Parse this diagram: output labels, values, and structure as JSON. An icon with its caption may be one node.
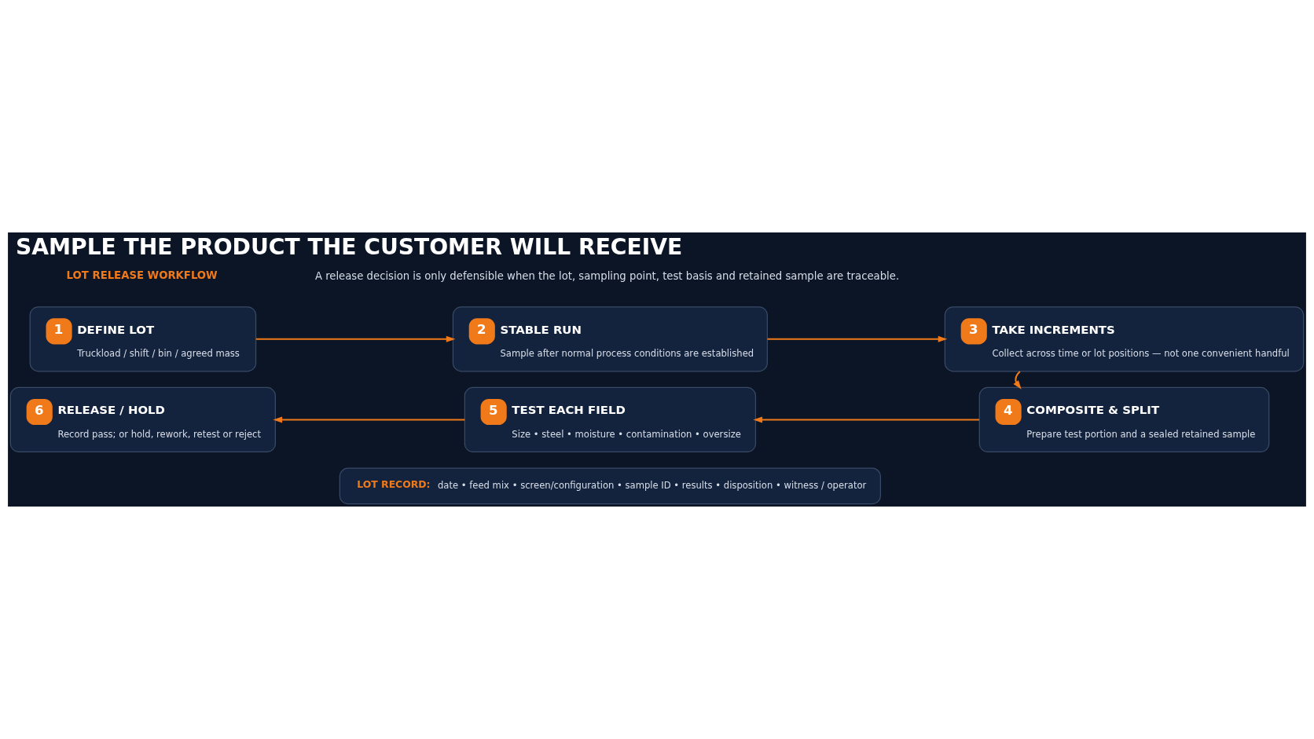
{
  "diagram": {
    "title": "SAMPLE THE PRODUCT THE CUSTOMER WILL RECEIVE",
    "nodes": [
      {
        "text": [
          "1",
          "DEFINE LOT",
          "Truckload / shift / bin / agreed mass"
        ]
      },
      {
        "text": [
          "2",
          "STABLE RUN",
          "Sample after normal process conditions are established"
        ]
      },
      {
        "text": [
          "3",
          "TAKE INCREMENTS",
          "Collect across time or lot positions — not one convenient handful"
        ]
      },
      {
        "text": [
          "4",
          "COMPOSITE & SPLIT",
          "Prepare test portion and a sealed retained sample"
        ]
      },
      {
        "text": [
          "5",
          "TEST EACH FIELD",
          "Size • steel • moisture • contamination • oversize"
        ]
      },
      {
        "text": [
          "6",
          "RELEASE / HOLD",
          "Record pass; or hold, rework, retest or reject"
        ]
      },
      {
        "text": [
          "LOT RECORD:",
          "date • feed mix • screen/configuration • sample ID • results • disposition • witness / operator"
        ]
      }
    ],
    "edges": [
      {
        "from": 0,
        "to": 1,
        "arrow": "to"
      },
      {
        "from": 1,
        "to": 2,
        "arrow": "to"
      },
      {
        "from": 2,
        "to": 3,
        "arrow": "to"
      },
      {
        "from": 3,
        "to": 4,
        "arrow": "to"
      },
      {
        "from": 4,
        "to": 5,
        "arrow": "to"
      }
    ],
    "labels": [
      "LOT RELEASE WORKFLOW",
      "A release decision is only defensible when the lot, sampling point, test basis and retained sample are traceable."
    ]
  }
}
